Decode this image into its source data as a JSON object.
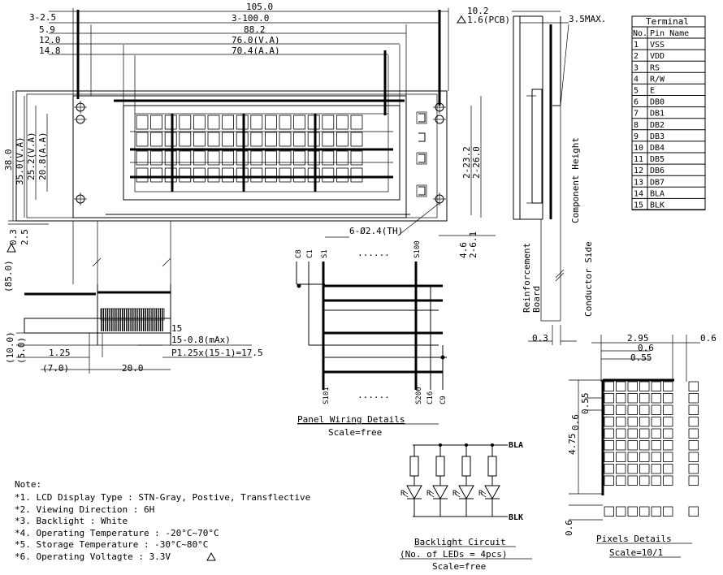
{
  "front_view": {
    "top_dims": [
      "3-2.5",
      "105.0",
      "5.9",
      "3-100.0",
      "12.0",
      "88.2",
      "14.8",
      "76.0(V.A)",
      "70.4(A.A)"
    ],
    "left_dims": [
      "38.0",
      "35.0(V.A)",
      "25.2(V.A)",
      "20.8(A.A)",
      "0.3",
      "2.5"
    ],
    "right_dims": [
      "2-23.2",
      "2-26.0",
      "4.6",
      "2-6.1"
    ],
    "hole_label": "6-Ø2.4(TH)",
    "pcb_thickness": "1.6(PCB)",
    "pcb_thickness_value": "10.2",
    "max_height": "3.5MAX.",
    "height_85": "(85.0)"
  },
  "lcd_grid": {
    "columns": 16,
    "rows": 4
  },
  "terminal_table": {
    "title": "Terminal",
    "headers": [
      "No.",
      "Pin Name"
    ],
    "rows": [
      [
        "1",
        "VSS"
      ],
      [
        "2",
        "VDD"
      ],
      [
        "3",
        "RS"
      ],
      [
        "4",
        "R/W"
      ],
      [
        "5",
        "E"
      ],
      [
        "6",
        "DB0"
      ],
      [
        "7",
        "DB1"
      ],
      [
        "8",
        "DB2"
      ],
      [
        "9",
        "DB3"
      ],
      [
        "10",
        "DB4"
      ],
      [
        "11",
        "DB5"
      ],
      [
        "12",
        "DB6"
      ],
      [
        "13",
        "DB7"
      ],
      [
        "14",
        "BLA"
      ],
      [
        "15",
        "BLK"
      ]
    ]
  },
  "side_view": {
    "component_height": "Component Height",
    "reinforcement": "Reinforcement Board",
    "conductor": "Conductor Side",
    "dim_03": "0.3"
  },
  "pin_detail": {
    "dims": [
      "(10.0)",
      "(5.0)",
      "1.25",
      "(7.0)",
      "20.0"
    ],
    "pin_pitch_label": "15-0.8(mAx)",
    "pin_count": "15",
    "pitch_label": "P1.25x(15-1)=17.5"
  },
  "wiring": {
    "top_labels": [
      "C8",
      "C1",
      "S1",
      "S100"
    ],
    "bottom_labels": [
      "S101",
      "S200",
      "C16",
      "C9"
    ],
    "dots": "......",
    "title": "Panel Wiring Details",
    "scale": "Scale=free"
  },
  "backlight": {
    "bla": "BLA",
    "blk": "BLK",
    "title": "Backlight Circuit",
    "subtitle": "(No. of LEDs = 4pcs)",
    "scale": "Scale=free",
    "led_count": 4
  },
  "pixels": {
    "dims_top": [
      "2.95",
      "0.6",
      "0.6",
      "0.55"
    ],
    "dims_left": [
      "4.75",
      "0.6",
      "0.55",
      "0.6"
    ],
    "title": "Pixels Details",
    "scale": "Scale=10/1"
  },
  "notes": {
    "title": "Note:",
    "items": [
      "*1. LCD Display Type : STN-Gray, Postive, Transflective",
      "*2. Viewing Direction : 6H",
      "*3. Backlight : White",
      "*4. Operating Temperature : -20°C~70°C",
      "*5. Storage Temperature : -30°C~80°C",
      "*6. Operating Voltagte : 3.3V"
    ]
  }
}
